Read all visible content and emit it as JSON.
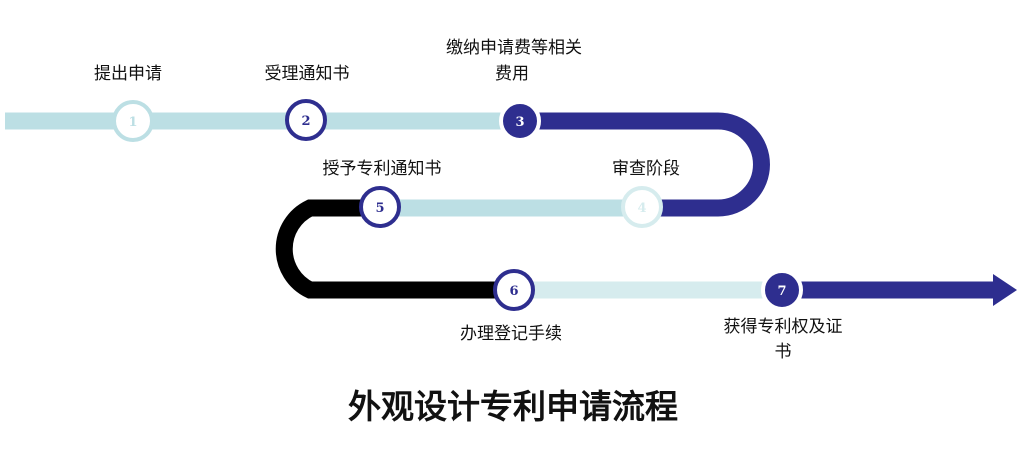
{
  "title": "外观设计专利申请流程",
  "colors": {
    "light_track": "#bcdfe4",
    "pale_track": "#d6ecee",
    "navy": "#2e2e8f",
    "black": "#000000",
    "white": "#ffffff"
  },
  "steps": [
    {
      "num": "1",
      "label_lines": [
        "提出申请"
      ]
    },
    {
      "num": "2",
      "label_lines": [
        "受理通知书"
      ]
    },
    {
      "num": "3",
      "label_lines": [
        "缴纳申请费等相关",
        "费用"
      ]
    },
    {
      "num": "4",
      "label_lines": [
        "审查阶段"
      ]
    },
    {
      "num": "5",
      "label_lines": [
        "授予专利通知书"
      ]
    },
    {
      "num": "6",
      "label_lines": [
        "办理登记手续"
      ]
    },
    {
      "num": "7",
      "label_lines": [
        "获得专利权及证",
        "书"
      ]
    }
  ]
}
